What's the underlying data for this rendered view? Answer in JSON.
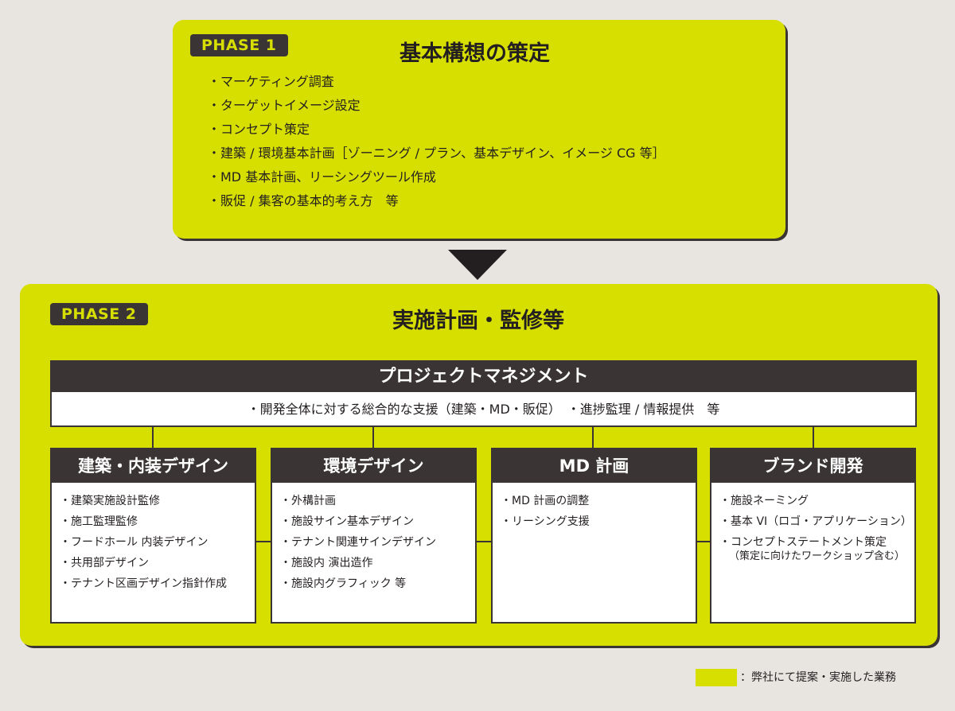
{
  "phase1": {
    "tag": "PHASE 1",
    "title": "基本構想の策定",
    "items": [
      "・マーケティング調査",
      "・ターゲットイメージ設定",
      "・コンセプト策定",
      "・建築 / 環境基本計画［ゾーニング / プラン、基本デザイン、イメージ CG 等］",
      "・MD 基本計画、リーシングツール作成",
      "・販促 / 集客の基本的考え方　等"
    ]
  },
  "phase2": {
    "tag": "PHASE 2",
    "title": "実施計画・監修等"
  },
  "project_management": {
    "title": "プロジェクトマネジメント",
    "description": "・開発全体に対する総合的な支援（建築・MD・販促）　・進捗監理 / 情報提供　等"
  },
  "columns": [
    {
      "title": "建築・内装デザイン",
      "items": [
        "・建築実施設計監修",
        "・施工監理監修",
        "・フードホール 内装デザイン",
        "・共用部デザイン",
        "・テナント区画デザイン指針作成"
      ]
    },
    {
      "title": "環境デザイン",
      "items": [
        "・外構計画",
        "・施設サイン基本デザイン",
        "・テナント関連サインデザイン",
        "・施設内 演出造作",
        "・施設内グラフィック 等"
      ]
    },
    {
      "title": "MD 計画",
      "items": [
        "・MD 計画の調整",
        "・リーシング支援"
      ]
    },
    {
      "title": "ブランド開発",
      "items": [
        "・施設ネーミング",
        "・基本 VI（ロゴ・アプリケーション）",
        "・コンセプトステートメント策定"
      ],
      "note": "（策定に向けたワークショップ含む）"
    }
  ],
  "legend": {
    "text": "：弊社にて提案・実施した業務",
    "color": "#d7df00"
  }
}
